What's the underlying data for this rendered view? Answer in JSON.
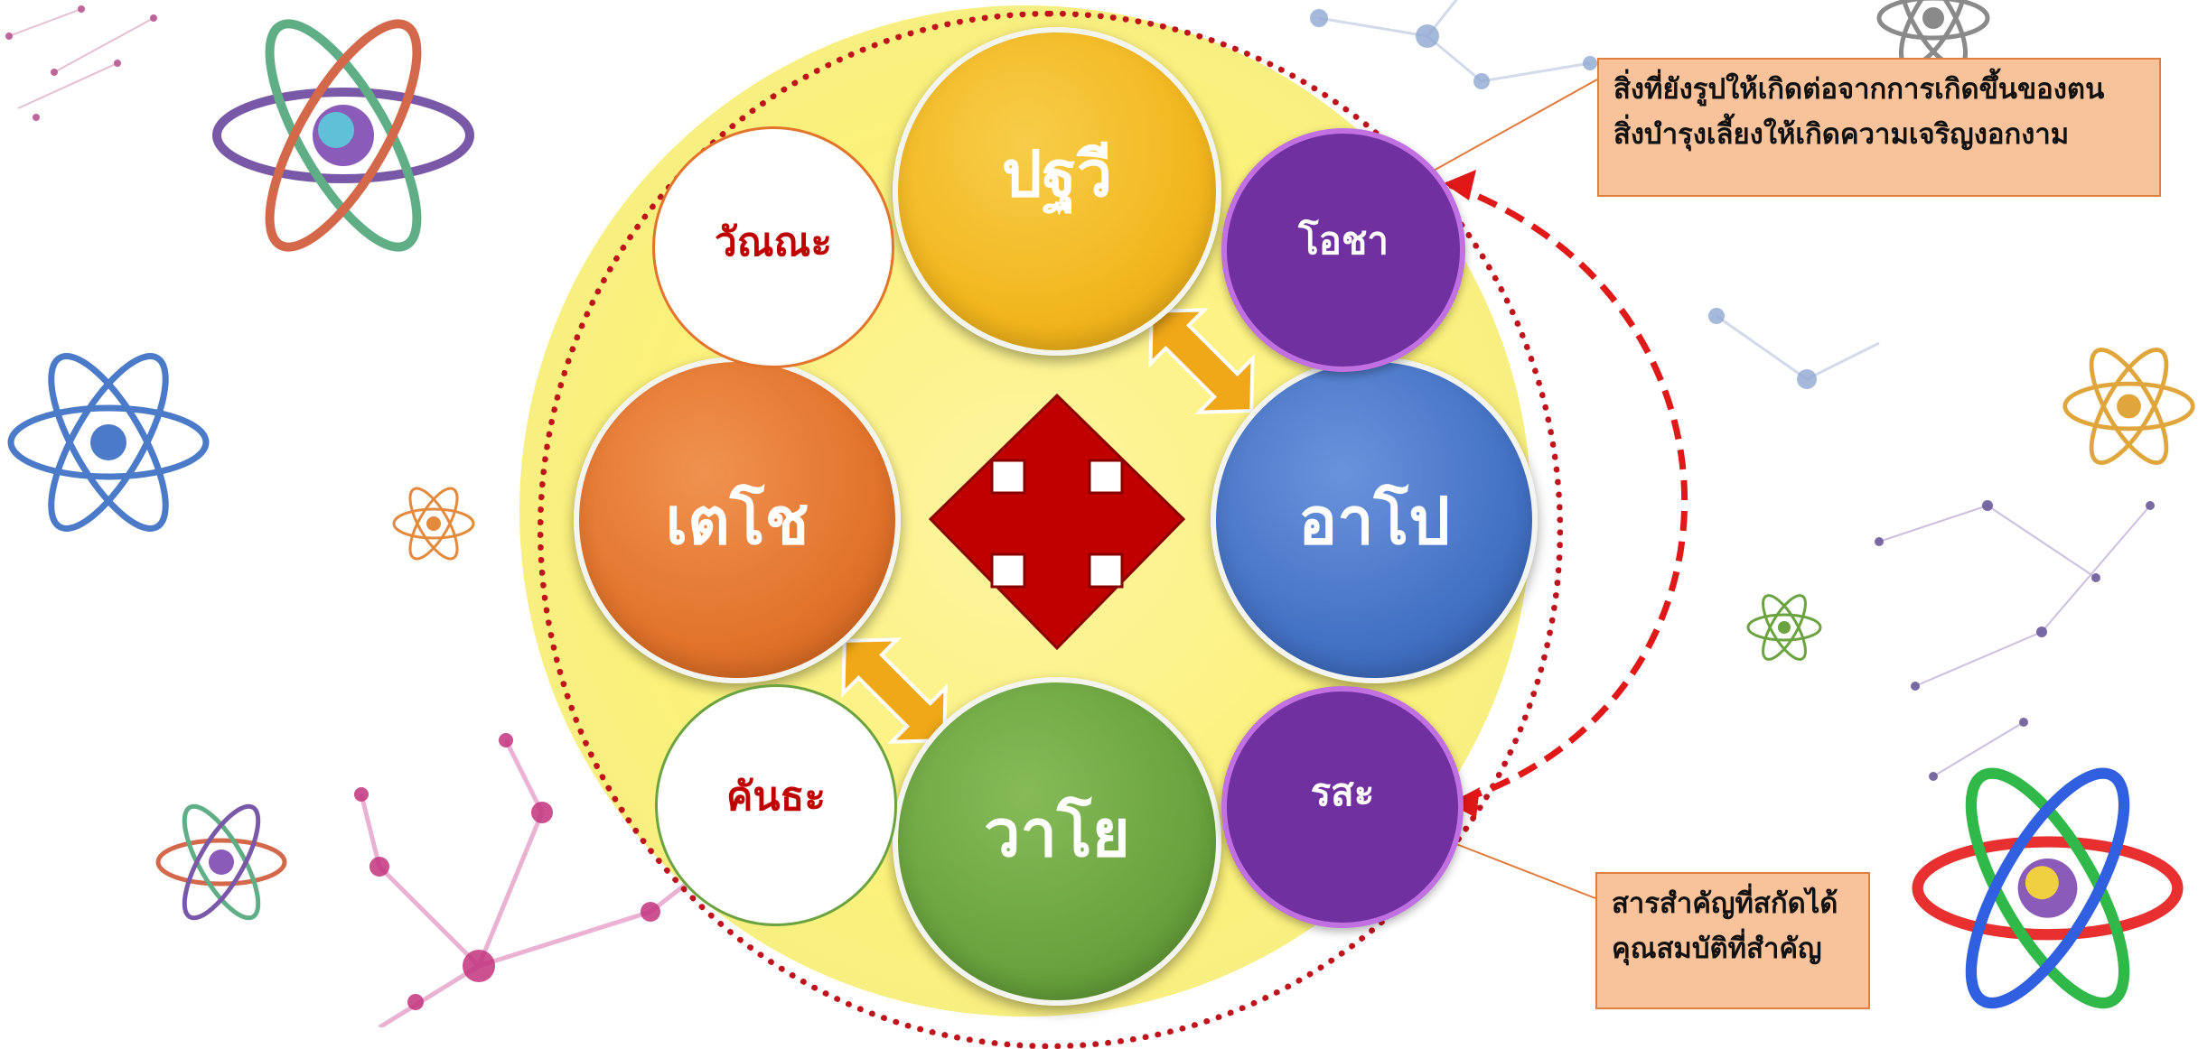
{
  "elements": {
    "pathavi": "ปฐวี",
    "apo": "อาโป",
    "tejo": "เตโช",
    "vayo": "วาโย"
  },
  "attributes": {
    "vanna": "วัณณะ",
    "gandha": "คันธะ",
    "oja": "โอชา",
    "rasa": "รสะ"
  },
  "callouts": {
    "oja_lines": [
      "สิ่งที่ยังรูปให้เกิดต่อจากการเกิดขึ้นของตน",
      "สิ่งบำรุงเลี้ยงให้เกิดความเจริญงอกงาม"
    ],
    "rasa_lines": [
      "สารสำคัญที่สกัดได้",
      "คุณสมบัติที่สำคัญ"
    ]
  },
  "colors": {
    "pathavi": "#f2b71f",
    "apo": "#4472c4",
    "tejo": "#e2742c",
    "vayo": "#6aa33f",
    "purple": "#7030a0",
    "red_text": "#c00000",
    "callout_bg": "#f8c39a",
    "arrow_orange": "#f0a818",
    "diamond_red": "#c00000"
  }
}
